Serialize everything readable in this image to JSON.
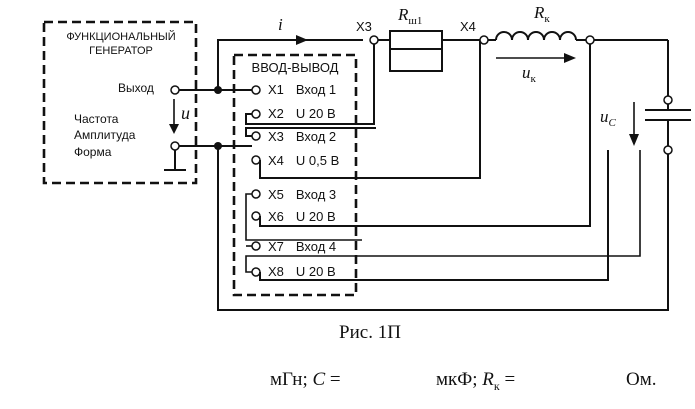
{
  "generator": {
    "title_line1": "ФУНКЦИОНАЛЬНЫЙ",
    "title_line2": "ГЕНЕРАТОР",
    "output_label": "Выход",
    "param1": "Частота",
    "param2": "Амплитуда",
    "param3": "Форма",
    "voltage_symbol": "u"
  },
  "io_block": {
    "title": "ВВОД-ВЫВОД",
    "terminals": [
      {
        "id": "X1",
        "label": "Вход 1"
      },
      {
        "id": "X2",
        "label": "U 20 В"
      },
      {
        "id": "X3",
        "label": "Вход 2"
      },
      {
        "id": "X4",
        "label": "U 0,5 В"
      },
      {
        "id": "X5",
        "label": "Вход 3"
      },
      {
        "id": "X6",
        "label": "U 20 В"
      },
      {
        "id": "X7",
        "label": "Вход 4"
      },
      {
        "id": "X8",
        "label": "U 20 В"
      }
    ]
  },
  "circuit": {
    "current_symbol": "i",
    "node_x3": "X3",
    "node_x4": "X4",
    "shunt_symbol": "R",
    "shunt_subscript": "ш1",
    "inductor_symbol": "R",
    "inductor_subscript": "к",
    "inductor_voltage_symbol": "u",
    "inductor_voltage_subscript": "к",
    "cap_voltage_symbol": "u",
    "cap_voltage_subscript": "C"
  },
  "caption": {
    "figure": "Рис. 1П",
    "units_part1": "мГн; ",
    "c_symbol": "C",
    "eq1": " =",
    "units_part2": "мкФ; ",
    "r_symbol": "R",
    "r_subscript": "к",
    "eq2": " =",
    "units_part3": "Ом."
  }
}
